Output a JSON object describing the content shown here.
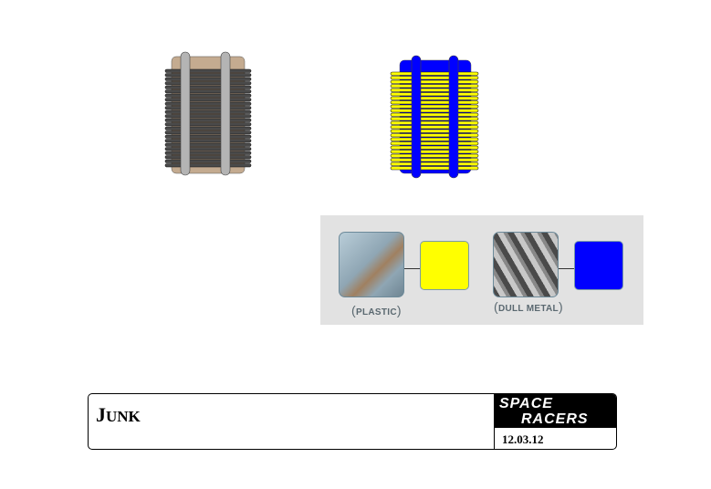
{
  "materials": [
    {
      "label": "PLASTIC",
      "color": "#ffff00"
    },
    {
      "label": "DULL METAL",
      "color": "#0000ff"
    }
  ],
  "renders": {
    "grey": {
      "base": "#c4ab90",
      "fins": "#4a4a4a",
      "rods": "#b4b4b4"
    },
    "colored": {
      "base": "#0000ff",
      "fins": "#ffff00",
      "rods": "#0000ff"
    }
  },
  "titleblock": {
    "title_initial": "J",
    "title_rest": "UNK",
    "logo_line1": "SPACE",
    "logo_line2": "RACERS",
    "date": "12.03.12"
  }
}
